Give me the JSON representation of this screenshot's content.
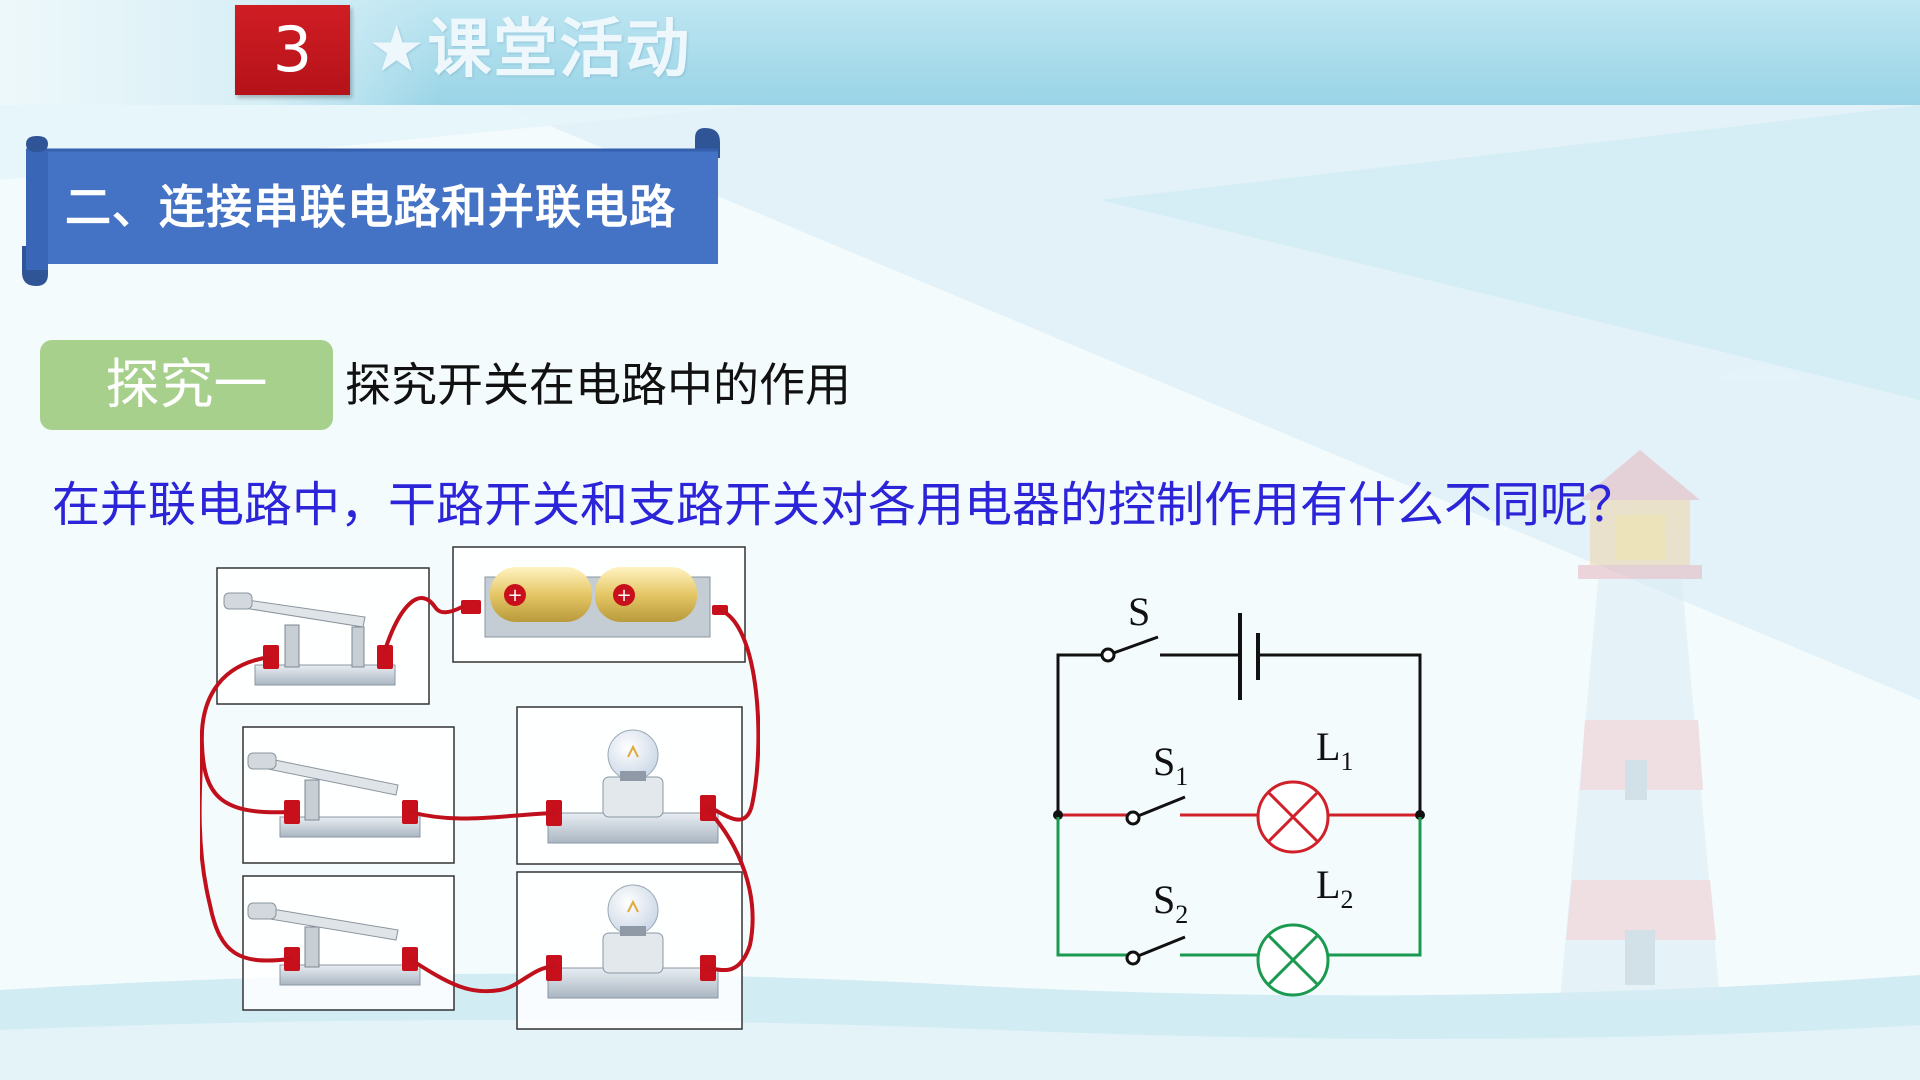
{
  "header": {
    "section_number": "3",
    "section_title": "★课堂活动"
  },
  "banner": {
    "title": "二、连接串联电路和并联电路"
  },
  "exploration": {
    "tag": "探究一",
    "title": "探究开关在电路中的作用"
  },
  "question": "在并联电路中，干路开关和支路开关对各用电器的控制作用有什么不同呢？",
  "schematic": {
    "main_switch": "S",
    "branch1_switch": {
      "base": "S",
      "sub": "1"
    },
    "branch1_lamp": {
      "base": "L",
      "sub": "1"
    },
    "branch2_switch": {
      "base": "S",
      "sub": "2"
    },
    "branch2_lamp": {
      "base": "L",
      "sub": "2"
    }
  },
  "colors": {
    "header_red": "#c8171e",
    "banner_blue": "#4472c4",
    "tag_green": "#a8d08d",
    "question_blue": "#2b24d8",
    "wire_red": "#c0101c",
    "branch1_red": "#d0202a",
    "branch2_green": "#1a9a50"
  }
}
